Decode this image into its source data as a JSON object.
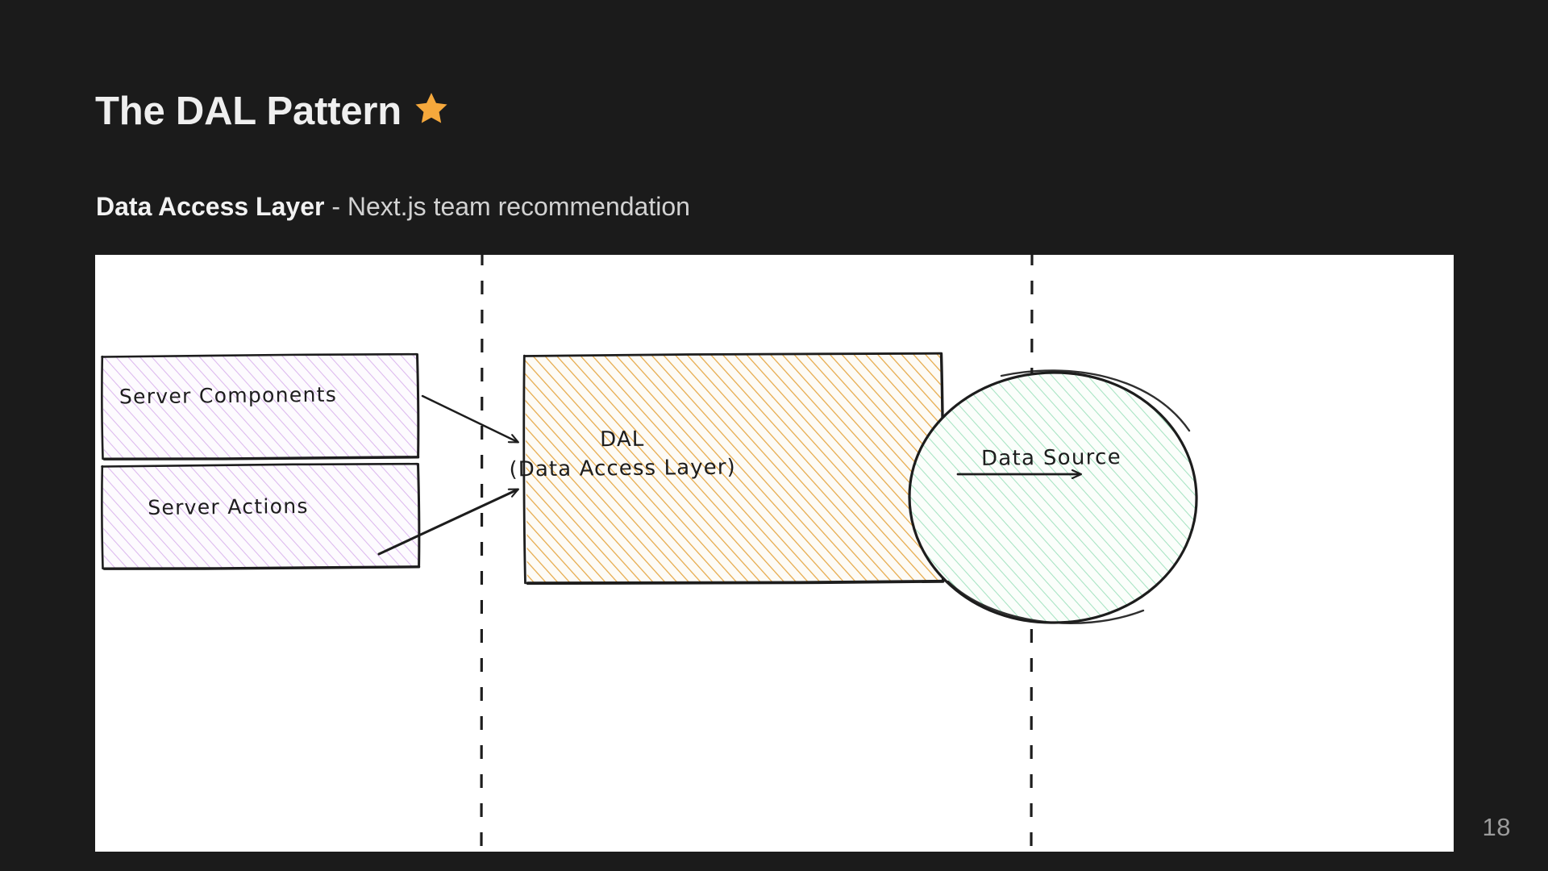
{
  "slide": {
    "page_number": "18",
    "background_color": "#1b1b1b",
    "canvas_color": "#ffffff",
    "title": "The DAL Pattern",
    "title_icon": "star-icon",
    "title_icon_color": "#f5a83c",
    "subtitle_strong": "Data Access Layer",
    "subtitle_rest": " - Next.js team recommendation"
  },
  "diagram": {
    "type": "flow-diagram",
    "style": "hand-drawn",
    "nodes": [
      {
        "id": "server-components",
        "label": "Server Components",
        "shape": "rectangle",
        "fill_color": "#e8d5f2",
        "stroke_color": "#1d1d1d"
      },
      {
        "id": "server-actions",
        "label": "Server Actions",
        "shape": "rectangle",
        "fill_color": "#e8d5f2",
        "stroke_color": "#1d1d1d"
      },
      {
        "id": "dal",
        "label_line1": "DAL",
        "label_line2": "(Data Access Layer)",
        "shape": "rectangle",
        "fill_color": "#e3a345",
        "stroke_color": "#1d1d1d"
      },
      {
        "id": "data-source",
        "label": "Data Source",
        "shape": "ellipse",
        "fill_color": "#9fe0bb",
        "stroke_color": "#1d1d1d"
      }
    ],
    "edges": [
      {
        "from": "server-components",
        "to": "dal",
        "style": "solid-arrow"
      },
      {
        "from": "server-actions",
        "to": "dal",
        "style": "solid-arrow"
      },
      {
        "from": "dal",
        "to": "data-source",
        "style": "solid-arrow"
      }
    ],
    "dividers": [
      {
        "id": "divider-left",
        "style": "dashed-vertical"
      },
      {
        "id": "divider-right",
        "style": "dashed-vertical"
      }
    ]
  }
}
